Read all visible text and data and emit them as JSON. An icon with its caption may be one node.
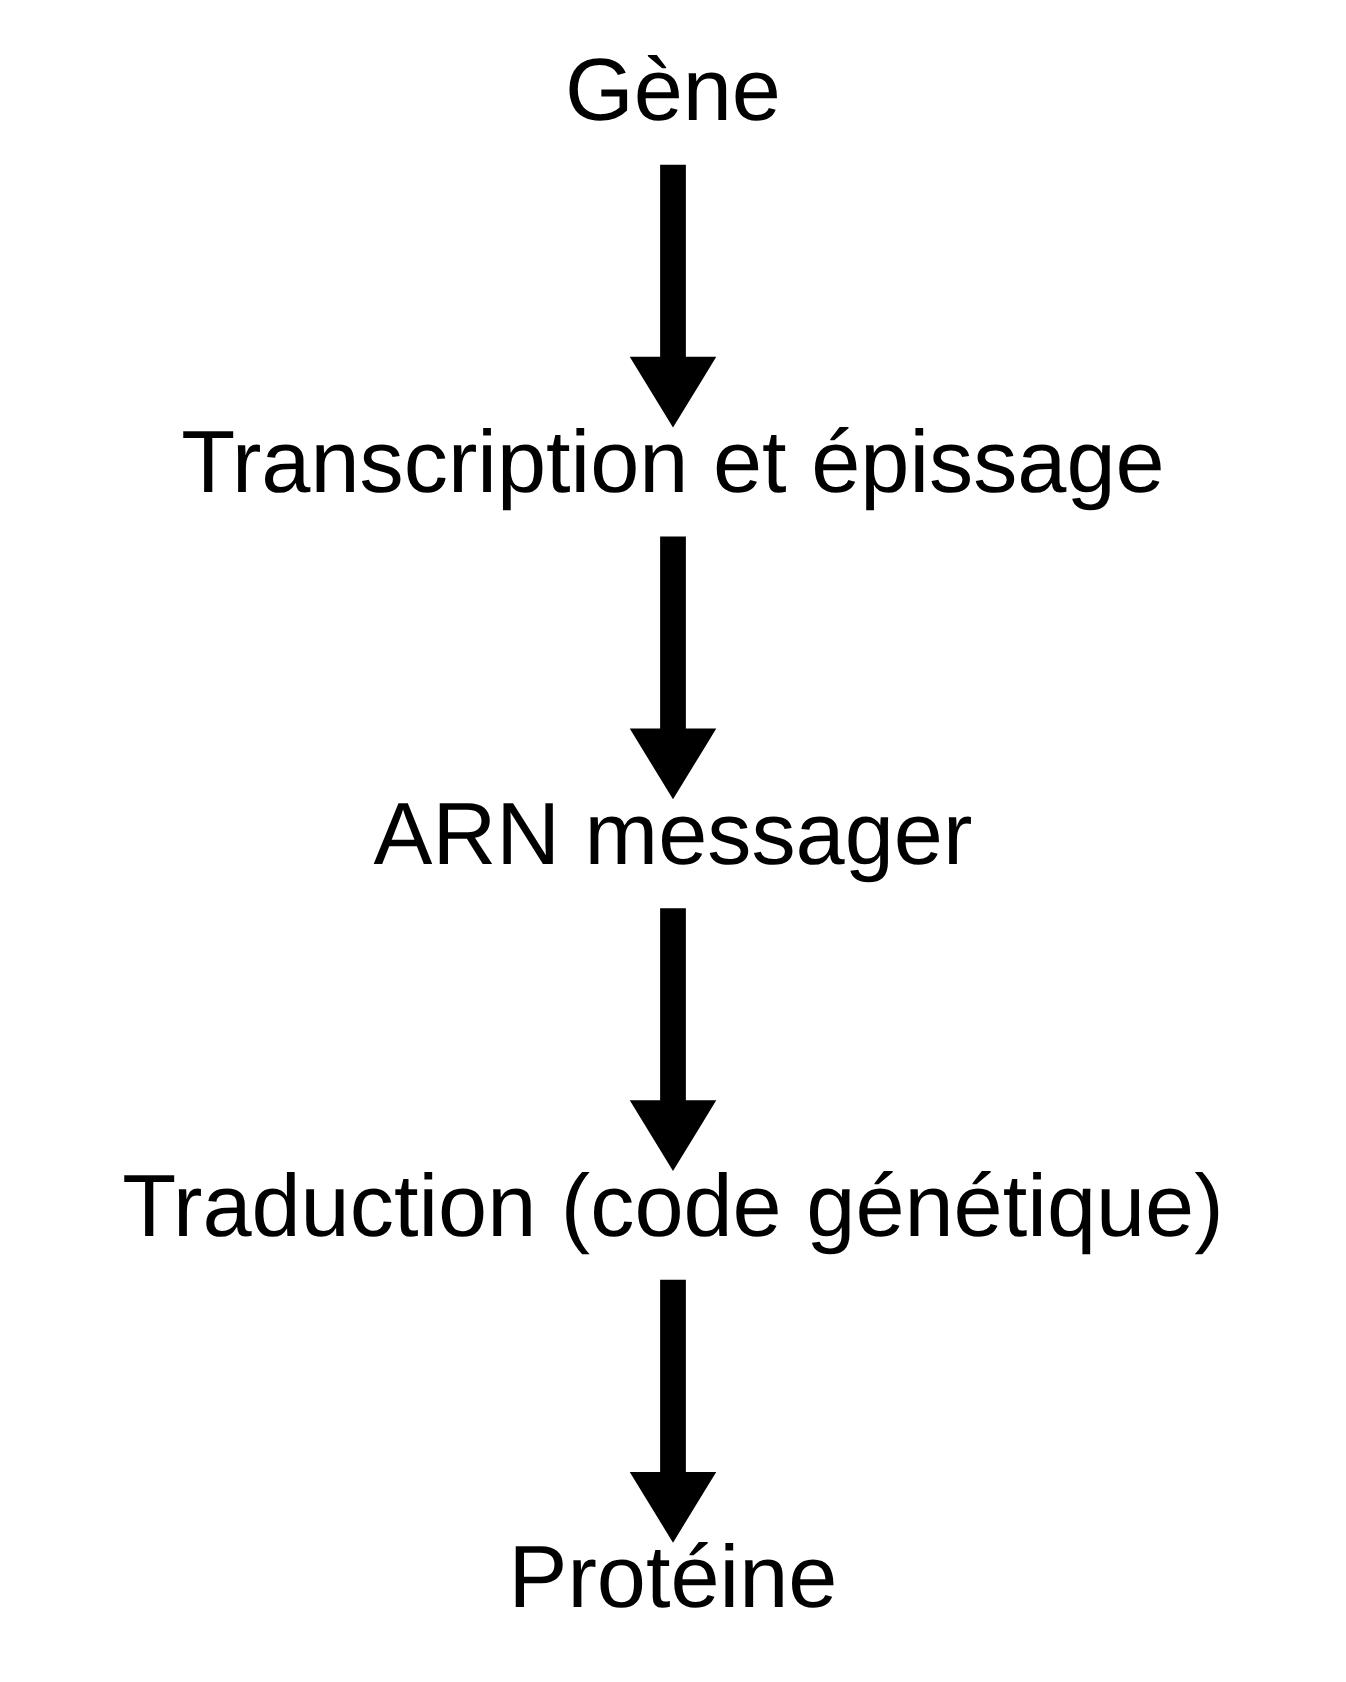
{
  "diagram": {
    "nodes": [
      {
        "text": [
          "Gène"
        ]
      },
      {
        "text": [
          "Transcription et épissage"
        ]
      },
      {
        "text": [
          "ARN messager"
        ]
      },
      {
        "text": [
          "Traduction (code génétique)"
        ]
      },
      {
        "text": [
          "Protéine"
        ]
      }
    ],
    "edges": [
      {
        "from": 0,
        "to": 1,
        "arrow": "to"
      },
      {
        "from": 1,
        "to": 2,
        "arrow": "to"
      },
      {
        "from": 2,
        "to": 3,
        "arrow": "to"
      },
      {
        "from": 3,
        "to": 4,
        "arrow": "to"
      }
    ]
  }
}
